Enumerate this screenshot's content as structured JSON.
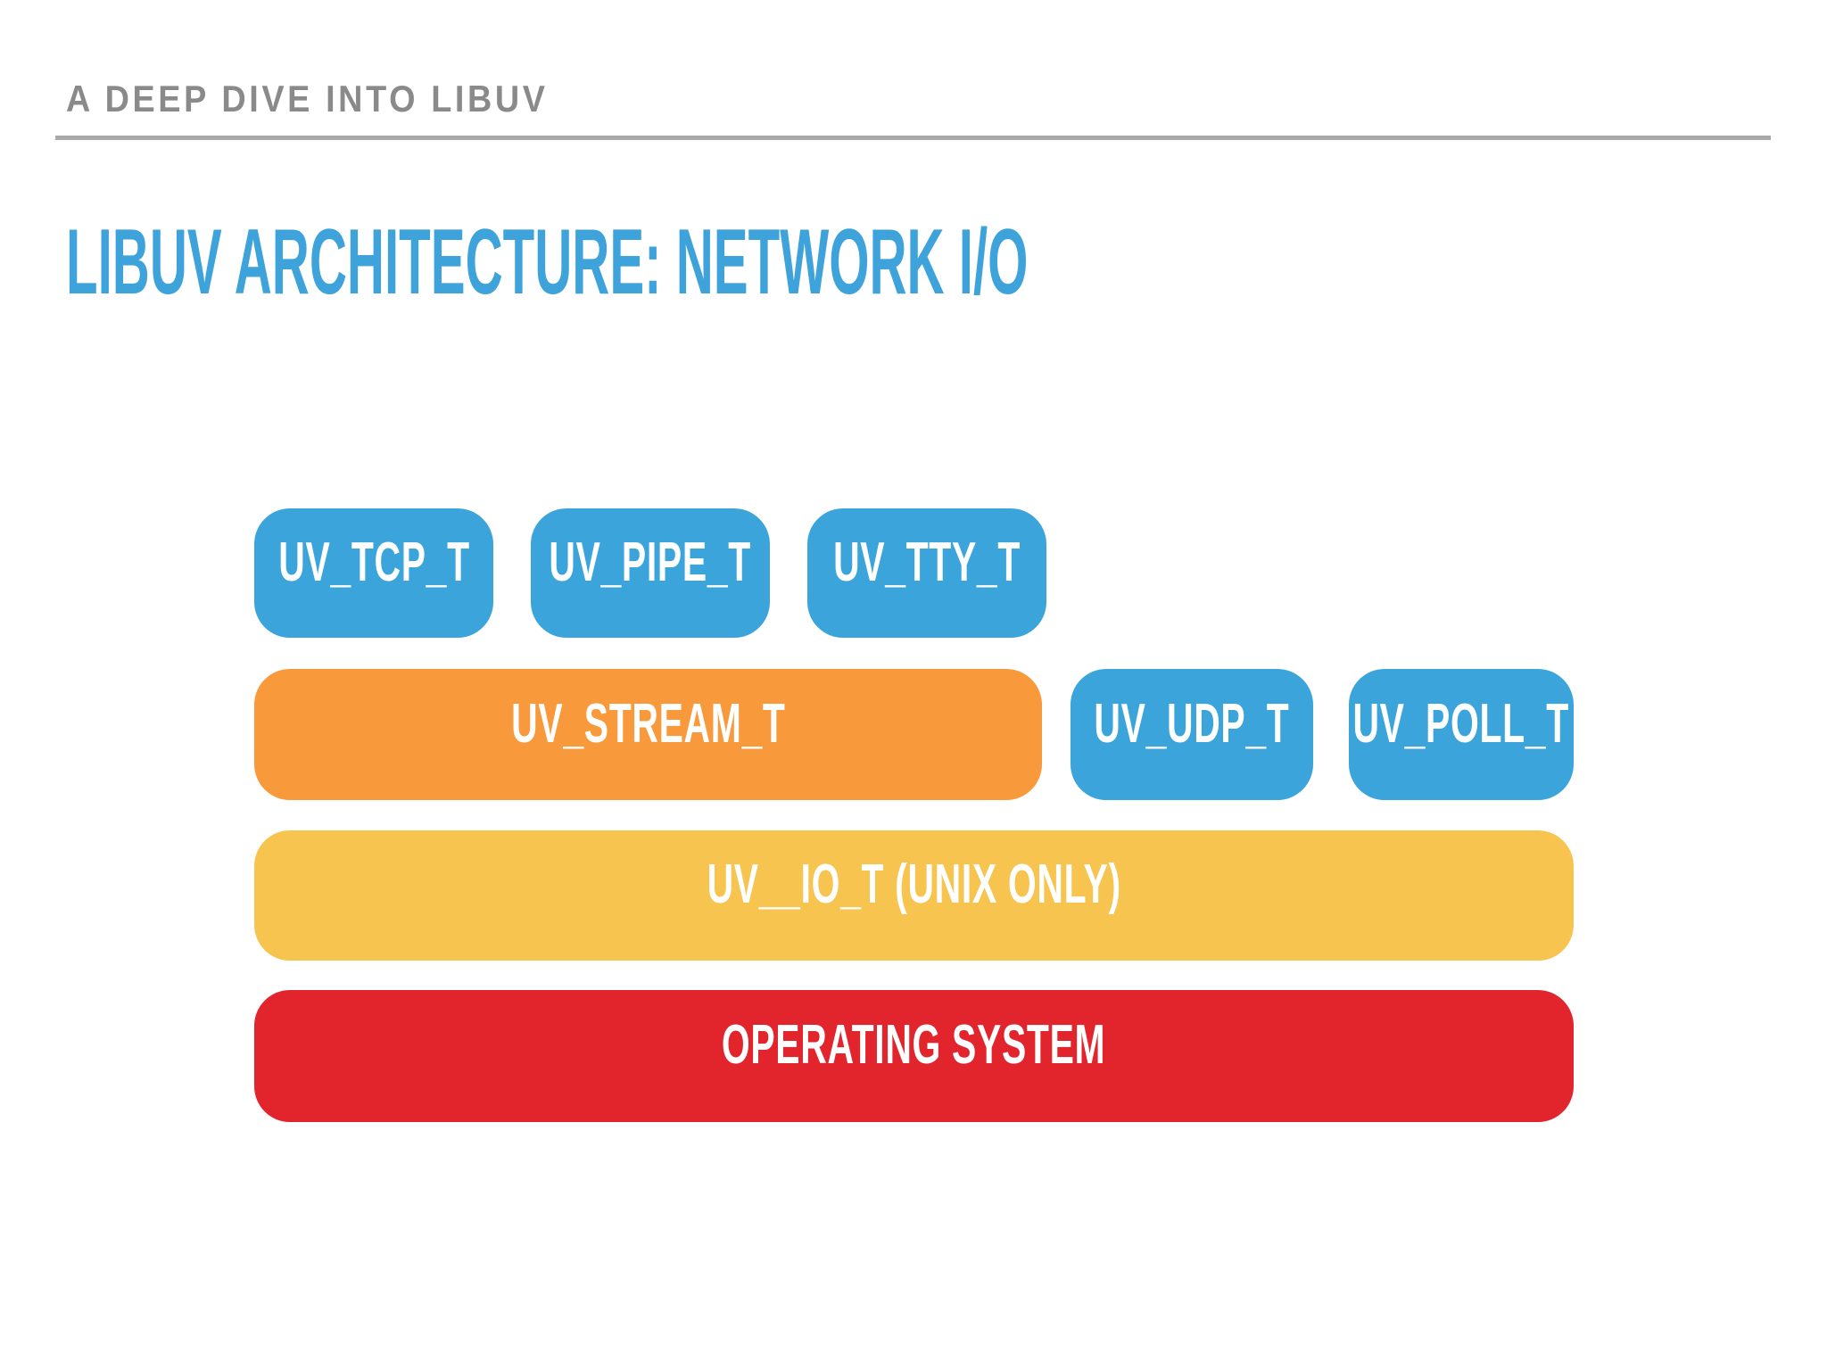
{
  "slide": {
    "kicker": "A DEEP DIVE INTO LIBUV",
    "title": "LIBUV ARCHITECTURE: NETWORK I/O"
  },
  "diagram": {
    "boxes": [
      {
        "label": "UV_TCP_T",
        "color": "blue"
      },
      {
        "label": "UV_PIPE_T",
        "color": "blue"
      },
      {
        "label": "UV_TTY_T",
        "color": "blue"
      },
      {
        "label": "UV_STREAM_T",
        "color": "orange"
      },
      {
        "label": "UV_UDP_T",
        "color": "blue"
      },
      {
        "label": "UV_POLL_T",
        "color": "blue"
      },
      {
        "label": "UV__IO_T (UNIX ONLY)",
        "color": "yellow"
      },
      {
        "label": "OPERATING SYSTEM",
        "color": "red"
      }
    ]
  },
  "colors": {
    "box_blue": "#3AA4DB",
    "box_orange": "#F8993B",
    "box_yellow": "#F6C44F",
    "box_red": "#E2242D",
    "title_blue": "#3FA3DB",
    "kicker_gray": "#8A8A8A",
    "rule_gray": "#A9A9A9",
    "label_white": "#FFFFFF"
  }
}
